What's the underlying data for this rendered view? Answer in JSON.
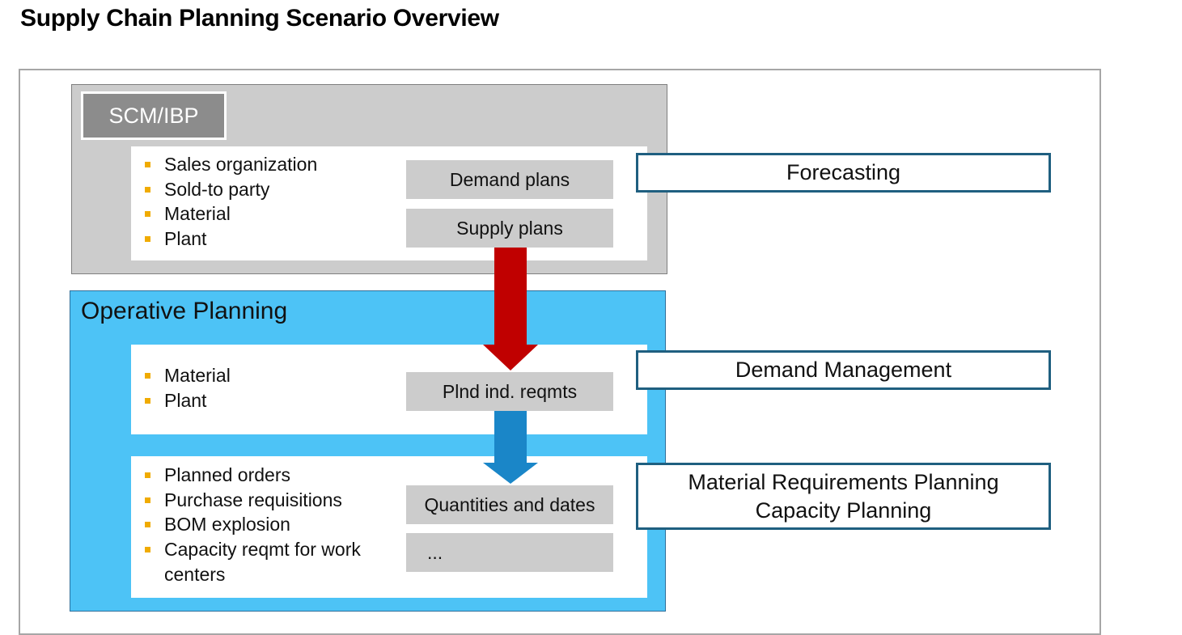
{
  "page": {
    "title": "Supply Chain Planning Scenario Overview"
  },
  "scm": {
    "label": "SCM/IBP",
    "attributes": [
      "Sales organization",
      "Sold-to party",
      "Material",
      "Plant"
    ],
    "objects": [
      "Demand plans",
      "Supply plans"
    ]
  },
  "operative": {
    "title": "Operative Planning",
    "section1": {
      "attributes": [
        "Material",
        "Plant"
      ],
      "objects": [
        "Plnd ind. reqmts"
      ]
    },
    "section2": {
      "attributes": [
        "Planned orders",
        "Purchase requisitions",
        "BOM explosion",
        "Capacity reqmt for work centers"
      ],
      "objects": [
        "Quantities and dates",
        "..."
      ]
    }
  },
  "processes": {
    "forecasting": "Forecasting",
    "demand_management": "Demand Management",
    "mrp": "Material Requirements Planning",
    "capacity": "Capacity Planning"
  },
  "colors": {
    "scm_panel": "#cccccc",
    "scm_label": "#8c8c8c",
    "operative_panel": "#4dc3f6",
    "bullet": "#f0ab00",
    "arrow_red": "#c00000",
    "arrow_blue": "#1a86c8",
    "process_border": "#1f5f80"
  }
}
